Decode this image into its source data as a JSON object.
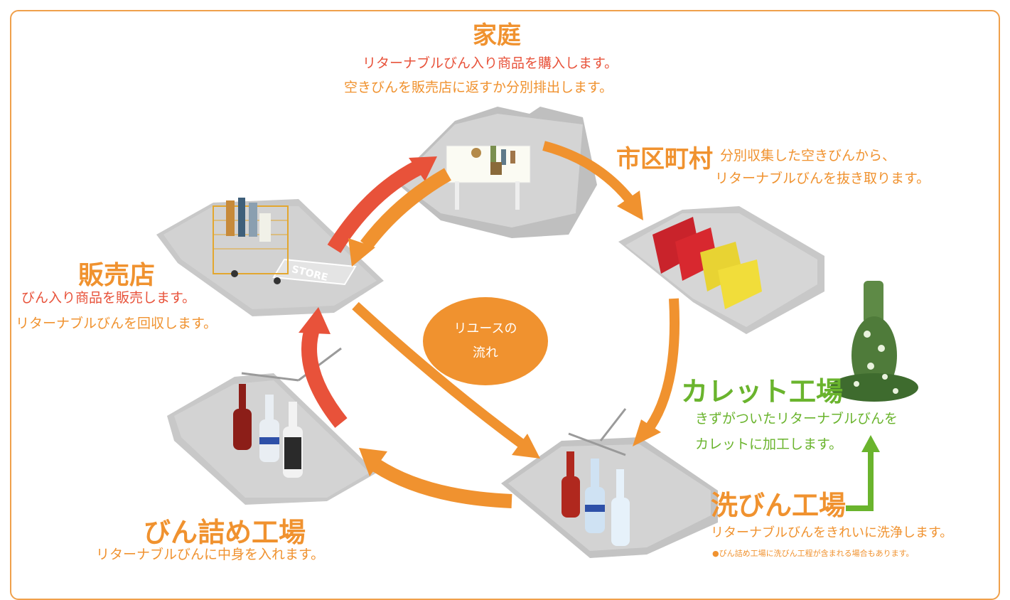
{
  "center": {
    "line1": "リユースの",
    "line2": "流れ"
  },
  "home": {
    "title": "家庭",
    "desc1": "リターナブルびん入り商品を購入します。",
    "desc2": "空きびんを販売店に返すか分別排出します。"
  },
  "municipality": {
    "title": "市区町村",
    "desc1": "分別収集した空きびんから、",
    "desc2": "リターナブルびんを抜き取ります。"
  },
  "store": {
    "title": "販売店",
    "desc1": "びん入り商品を販売します。",
    "desc2": "リターナブルびんを回収します。",
    "sign": "STORE"
  },
  "cullet": {
    "title": "カレット工場",
    "desc1": "きずがついたリターナブルびんを",
    "desc2": "カレットに加工します。"
  },
  "washer": {
    "title": "洗びん工場",
    "desc1": "リターナブルびんをきれいに洗浄します。",
    "note": "●びん詰め工場に洗びん工程が含まれる場合もあります。"
  },
  "filler": {
    "title": "びん詰め工場",
    "desc1": "リターナブルびんに中身を入れます。"
  },
  "colors": {
    "orange": "#f0922f",
    "red_orange": "#e8523a",
    "green": "#6ab42d",
    "border": "#f0a04b"
  }
}
